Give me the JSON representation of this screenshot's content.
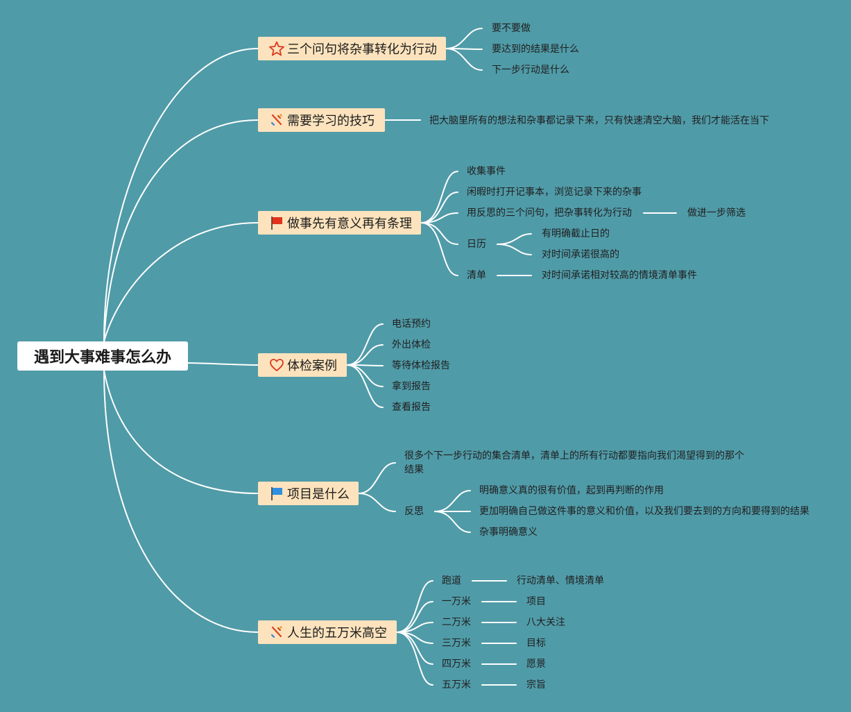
{
  "root": {
    "label": "遇到大事难事怎么办"
  },
  "branches": [
    {
      "label": "三个问句将杂事转化为行动",
      "icon": "star-icon",
      "children": [
        "要不要做",
        "要达到的结果是什么",
        "下一步行动是什么"
      ]
    },
    {
      "label": "需要学习的技巧",
      "icon": "tools-icon",
      "children": [
        "把大脑里所有的想法和杂事都记录下来，只有快速清空大脑，我们才能活在当下"
      ]
    },
    {
      "label": "做事先有意义再有条理",
      "icon": "red-flag-icon",
      "children": [
        {
          "label": "收集事件"
        },
        {
          "label": "闲暇时打开记事本，浏览记录下来的杂事"
        },
        {
          "label": "用反思的三个问句，把杂事转化为行动",
          "children": [
            "做进一步筛选"
          ]
        },
        {
          "label": "日历",
          "children": [
            "有明确截止日的",
            "对时间承诺很高的"
          ]
        },
        {
          "label": "清单",
          "children": [
            "对时间承诺相对较高的情境清单事件"
          ]
        }
      ]
    },
    {
      "label": "体检案例",
      "icon": "heart-icon",
      "children": [
        "电话预约",
        "外出体检",
        "等待体检报告",
        "拿到报告",
        "查看报告"
      ]
    },
    {
      "label": "项目是什么",
      "icon": "blue-flag-icon",
      "children": [
        {
          "label": "很多个下一步行动的集合清单，清单上的所有行动都要指向我们渴望得到的那个结果"
        },
        {
          "label": "反思",
          "children": [
            "明确意义真的很有价值，起到再判断的作用",
            "更加明确自己做这件事的意义和价值，以及我们要去到的方向和要得到的结果",
            "杂事明确意义"
          ]
        }
      ]
    },
    {
      "label": "人生的五万米高空",
      "icon": "tools-icon",
      "children": [
        {
          "label": "跑道",
          "children": [
            "行动清单、情境清单"
          ]
        },
        {
          "label": "一万米",
          "children": [
            "项目"
          ]
        },
        {
          "label": "二万米",
          "children": [
            "八大关注"
          ]
        },
        {
          "label": "三万米",
          "children": [
            "目标"
          ]
        },
        {
          "label": "四万米",
          "children": [
            "愿景"
          ]
        },
        {
          "label": "五万米",
          "children": [
            "宗旨"
          ]
        }
      ]
    }
  ]
}
